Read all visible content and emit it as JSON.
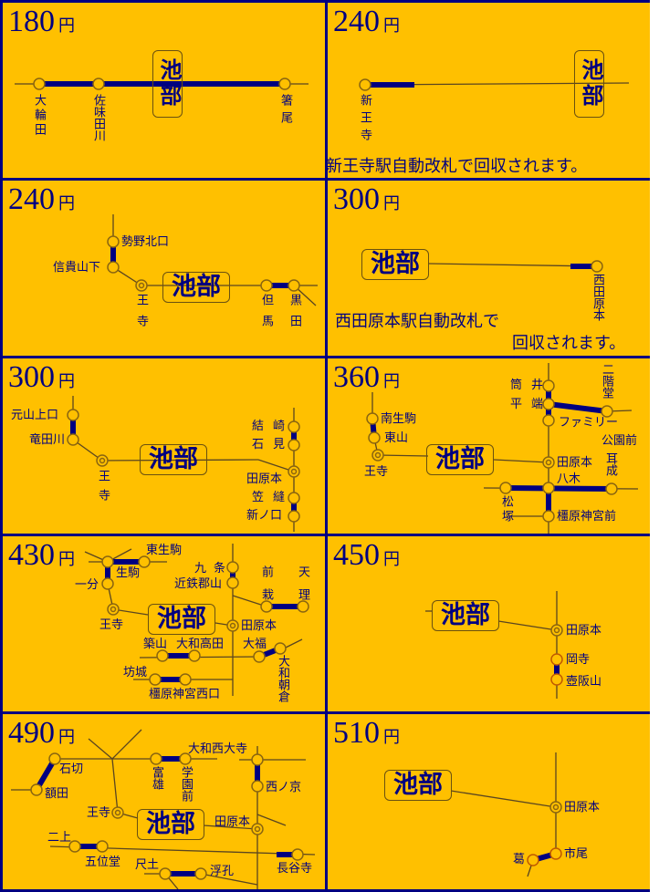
{
  "yen": "円",
  "ikebe": "池部",
  "panels": [
    {
      "fare": "180",
      "stations": [
        "大輪田",
        "佐味田川",
        "箸尾"
      ]
    },
    {
      "fare": "240",
      "stations": [
        "新王寺"
      ],
      "note": "新王寺駅自動改札で回収されます。"
    },
    {
      "fare": "240",
      "stations": [
        "勢野北口",
        "信貴山下",
        "王寺",
        "但馬",
        "黒田"
      ]
    },
    {
      "fare": "300",
      "stations": [
        "西田原本"
      ],
      "note_line1": "西田原本駅自動改札で",
      "note_line2": "回収されます。"
    },
    {
      "fare": "300",
      "stations": [
        "元山上口",
        "竜田川",
        "王寺",
        "結崎",
        "石見",
        "田原本",
        "笠縫",
        "新ノ口"
      ]
    },
    {
      "fare": "360",
      "stations": [
        "南生駒",
        "東山",
        "王寺",
        "筒井",
        "平端",
        "ファミリー",
        "公園前",
        "二階堂",
        "田原本",
        "八木",
        "耳成",
        "松塚",
        "橿原神宮前"
      ]
    },
    {
      "fare": "430",
      "stations": [
        "東生駒",
        "生駒",
        "一分",
        "王寺",
        "九条",
        "近鉄郡山",
        "前栽",
        "天理",
        "田原本",
        "築山",
        "大和高田",
        "大福",
        "大和朝倉",
        "坊城",
        "橿原神宮西口"
      ]
    },
    {
      "fare": "450",
      "stations": [
        "田原本",
        "岡寺",
        "壺阪山"
      ]
    },
    {
      "fare": "490",
      "stations": [
        "石切",
        "額田",
        "富雄",
        "学園前",
        "大和西大寺",
        "西ノ京",
        "王寺",
        "田原本",
        "二上",
        "五位堂",
        "長谷寺",
        "尺土",
        "浮孔"
      ]
    },
    {
      "fare": "510",
      "stations": [
        "田原本",
        "市尾",
        "葛"
      ]
    }
  ]
}
